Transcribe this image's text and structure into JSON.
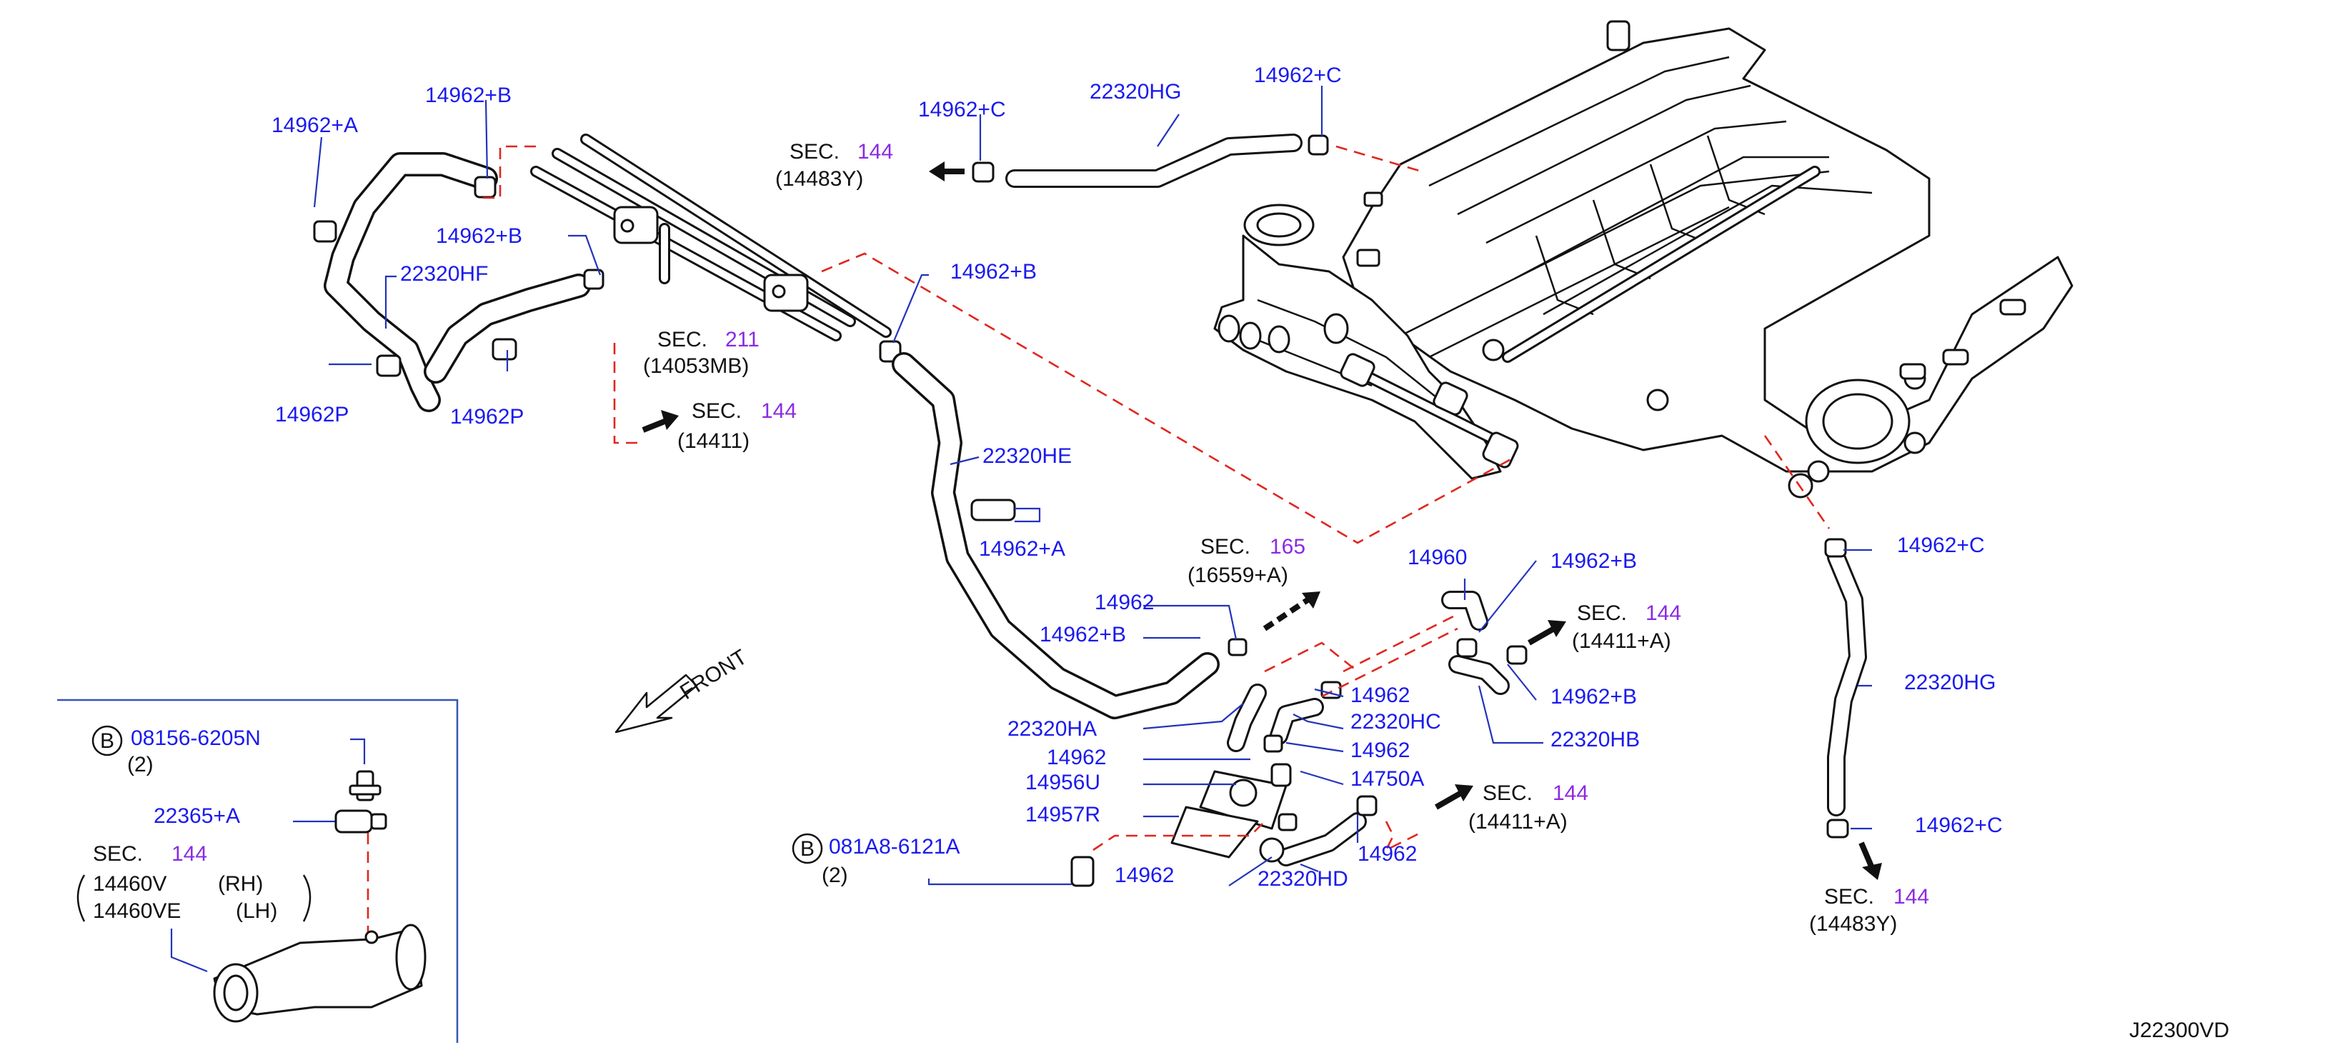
{
  "diagram_id": "J22300VD",
  "front_label": "FRONT",
  "sec_word": "SEC.",
  "parts": {
    "p14962_A_top": "14962+A",
    "p14962_B_top": "14962+B",
    "p14962_B_mid": "14962+B",
    "p22320HF": "22320HF",
    "p14962P_left": "14962P",
    "p14962P_right": "14962P",
    "p14962_C_left": "14962+C",
    "p22320HG_top": "22320HG",
    "p14962_C_top": "14962+C",
    "p14962_B_right": "14962+B",
    "p22320HE": "22320HE",
    "p14962_A_mid": "14962+A",
    "p14960": "14960",
    "p14962_B_r1": "14962+B",
    "p14962_B_r2": "14962+B",
    "p22320HB": "22320HB",
    "p14962_c1": "14962",
    "p14962_B_c": "14962+B",
    "p14962_c2": "14962",
    "p22320HC": "22320HC",
    "p14962_c3": "14962",
    "p22320HA": "22320HA",
    "p14962_c4": "14962",
    "p14956U": "14956U",
    "p14750A": "14750A",
    "p14957R": "14957R",
    "p14962_c5": "14962",
    "p14962_c6": "14962",
    "p22320HD": "22320HD",
    "p081A8": "081A8-6121A",
    "p081A8_qty": "(2)",
    "p14962_C_r1": "14962+C",
    "p22320HG_r": "22320HG",
    "p14962_C_r2": "14962+C",
    "p08156": "08156-6205N",
    "p08156_qty": "(2)",
    "p22365A": "22365+A",
    "p14460V": "14460V",
    "p14460V_side": "(RH)",
    "p14460VE": "14460VE",
    "p14460VE_side": "(LH)"
  },
  "sections": {
    "s1": {
      "num": "144",
      "sub": "(14483Y)"
    },
    "s2": {
      "num": "211",
      "sub": "(14053MB)"
    },
    "s3": {
      "num": "144",
      "sub": "(14411)"
    },
    "s4": {
      "num": "165",
      "sub": "(16559+A)"
    },
    "s5": {
      "num": "144",
      "sub": "(14411+A)"
    },
    "s6": {
      "num": "144",
      "sub": "(14411+A)"
    },
    "s7": {
      "num": "144",
      "sub": "(14483Y)"
    },
    "s8": {
      "num": "144"
    }
  },
  "bolt_marker": "B",
  "colors": {
    "part_number_text": "#1a1aee",
    "section_number_text": "#8a2be2",
    "leader_line": "#2233bb",
    "connection_dash": "#e0261e",
    "line_art": "#111111"
  }
}
